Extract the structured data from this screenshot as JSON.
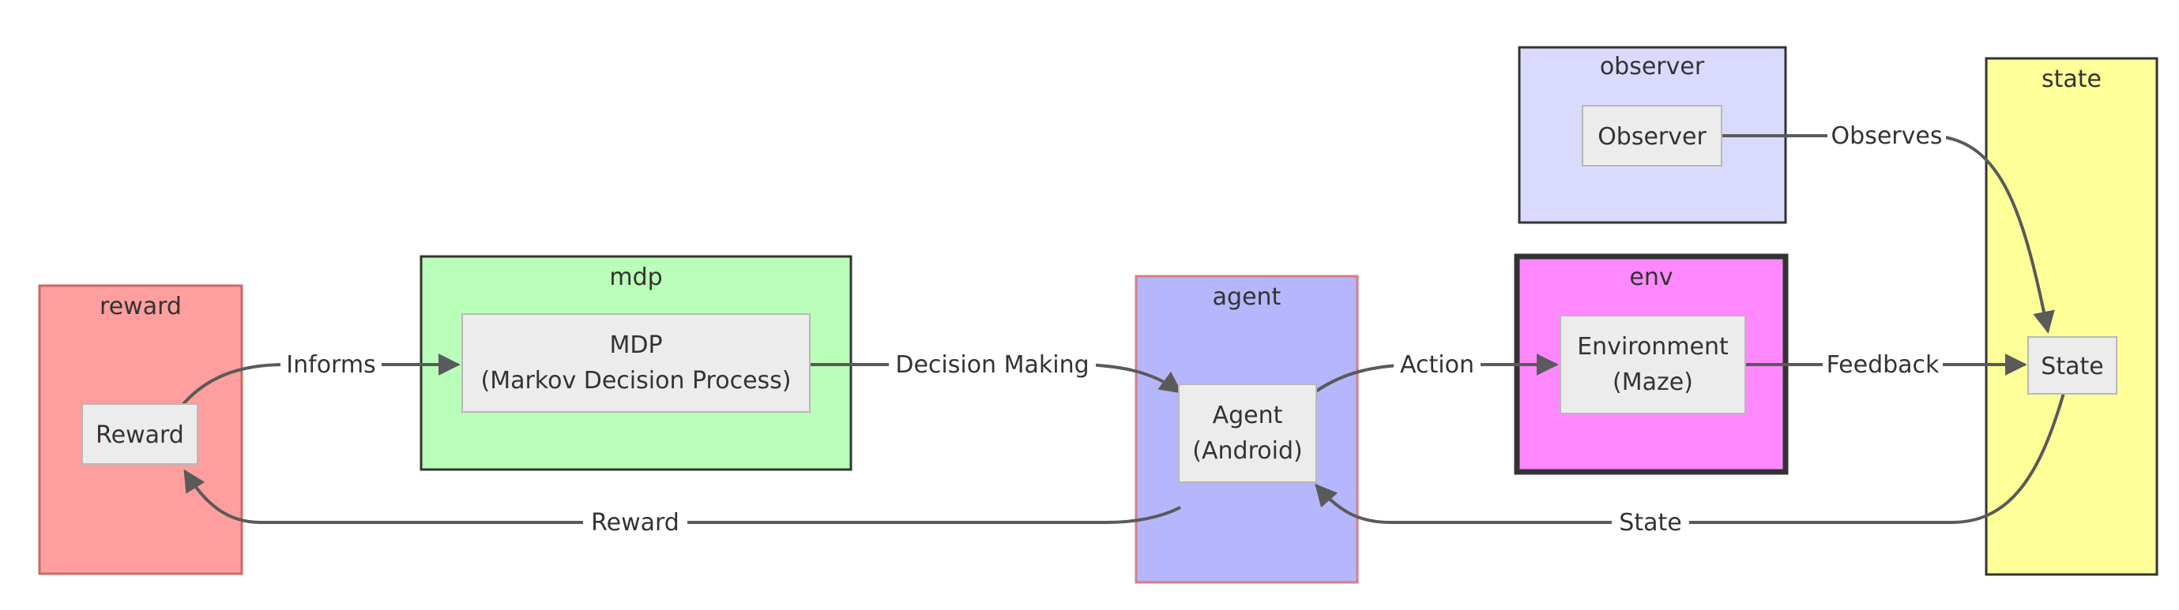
{
  "colors": {
    "reward_fill": "#ff9e9e",
    "reward_stroke": "#c86a6a",
    "mdp_fill": "#b9ffb9",
    "mdp_stroke": "#333333",
    "agent_fill": "#b6b6fc",
    "agent_stroke": "#d57f86",
    "env_fill": "#ff88ff",
    "env_stroke": "#333333",
    "observer_fill": "#dadaff",
    "observer_stroke": "#333333",
    "state_fill": "#ffff99",
    "state_stroke": "#333333",
    "edge": "#5a5a5a",
    "node_fill": "#ececec"
  },
  "clusters": {
    "reward": "reward",
    "mdp": "mdp",
    "agent": "agent",
    "env": "env",
    "observer": "observer",
    "state": "state"
  },
  "nodes": {
    "reward": [
      "Reward"
    ],
    "mdp": [
      "MDP",
      "(Markov Decision Process)"
    ],
    "agent": [
      "Agent",
      "(Android)"
    ],
    "environment": [
      "Environment",
      "(Maze)"
    ],
    "observer": [
      "Observer"
    ],
    "state": [
      "State"
    ]
  },
  "edges": {
    "informs": "Informs",
    "decision_making": "Decision Making",
    "action": "Action",
    "feedback": "Feedback",
    "observes": "Observes",
    "reward": "Reward",
    "state": "State"
  }
}
